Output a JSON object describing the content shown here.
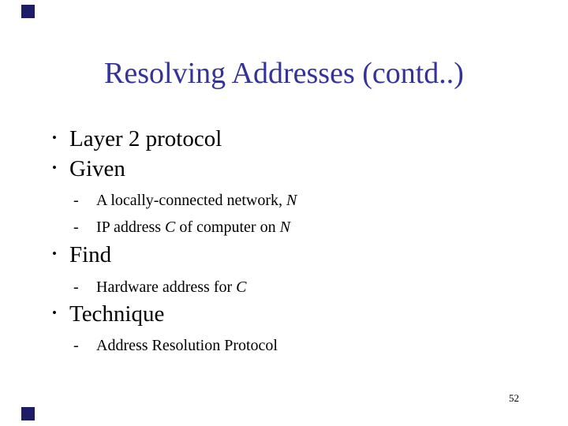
{
  "slide": {
    "title": "Resolving Addresses (contd..)",
    "page_number": "52",
    "markers": {
      "bullet_glyph": "•",
      "dash_glyph": "-"
    },
    "colors": {
      "title_text": "#333399",
      "body_text": "#000000",
      "corner_square": "#1e1c66",
      "background": "#ffffff"
    },
    "bullets": {
      "layer2": "Layer 2 protocol",
      "given": "Given",
      "given_sub1_text": "A locally-connected network, ",
      "given_sub1_var": "N",
      "given_sub2_pre": "IP address ",
      "given_sub2_var1": "C",
      "given_sub2_mid": " of computer on ",
      "given_sub2_var2": "N",
      "find": "Find",
      "find_sub_text": "Hardware address for ",
      "find_sub_var": "C",
      "technique": "Technique",
      "technique_sub": "Address Resolution Protocol"
    }
  }
}
